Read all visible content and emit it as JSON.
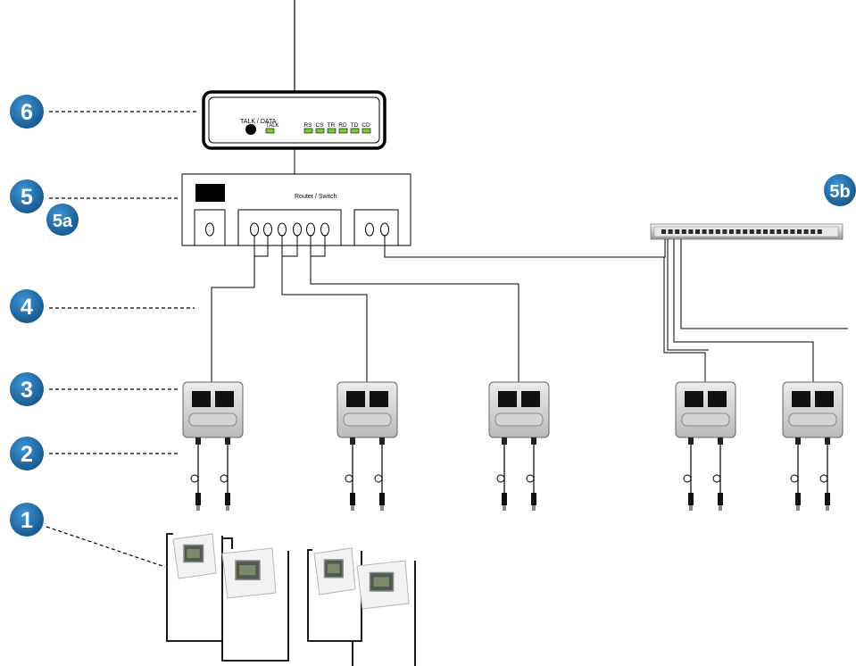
{
  "badges": {
    "b1": "1",
    "b2": "2",
    "b3": "3",
    "b4": "4",
    "b5": "5",
    "b5a": "5a",
    "b5b": "5b",
    "b6": "6"
  },
  "modem": {
    "talk_data_label": "TALK / DATA",
    "talk_led_label": "TALK",
    "leds": [
      "RS",
      "CS",
      "TR",
      "RD",
      "TD",
      "CD"
    ]
  },
  "router": {
    "label": "Router / Switch"
  },
  "colors": {
    "badge": "#1d6fb0",
    "badge_text": "#ffffff",
    "led": "#7ccc3a",
    "outlet_face": "#cfcfcf",
    "jack": "#111111"
  }
}
